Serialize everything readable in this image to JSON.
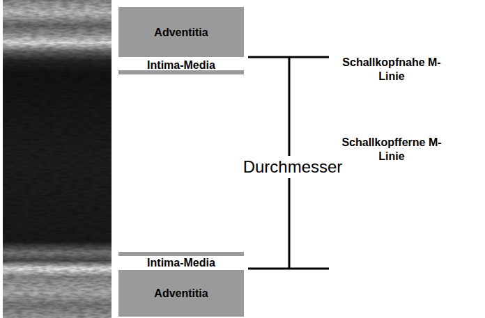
{
  "diagram": {
    "nodes": [
      {
        "text": [
          "Adventitia"
        ]
      },
      {
        "text": [
          "Adventitia"
        ]
      }
    ],
    "labels": [
      "Intima-Media",
      "Schallkopfnahe M-Linie",
      "Schallkopfferne M-Linie",
      "Durchmesser",
      "Intima-Media"
    ]
  }
}
